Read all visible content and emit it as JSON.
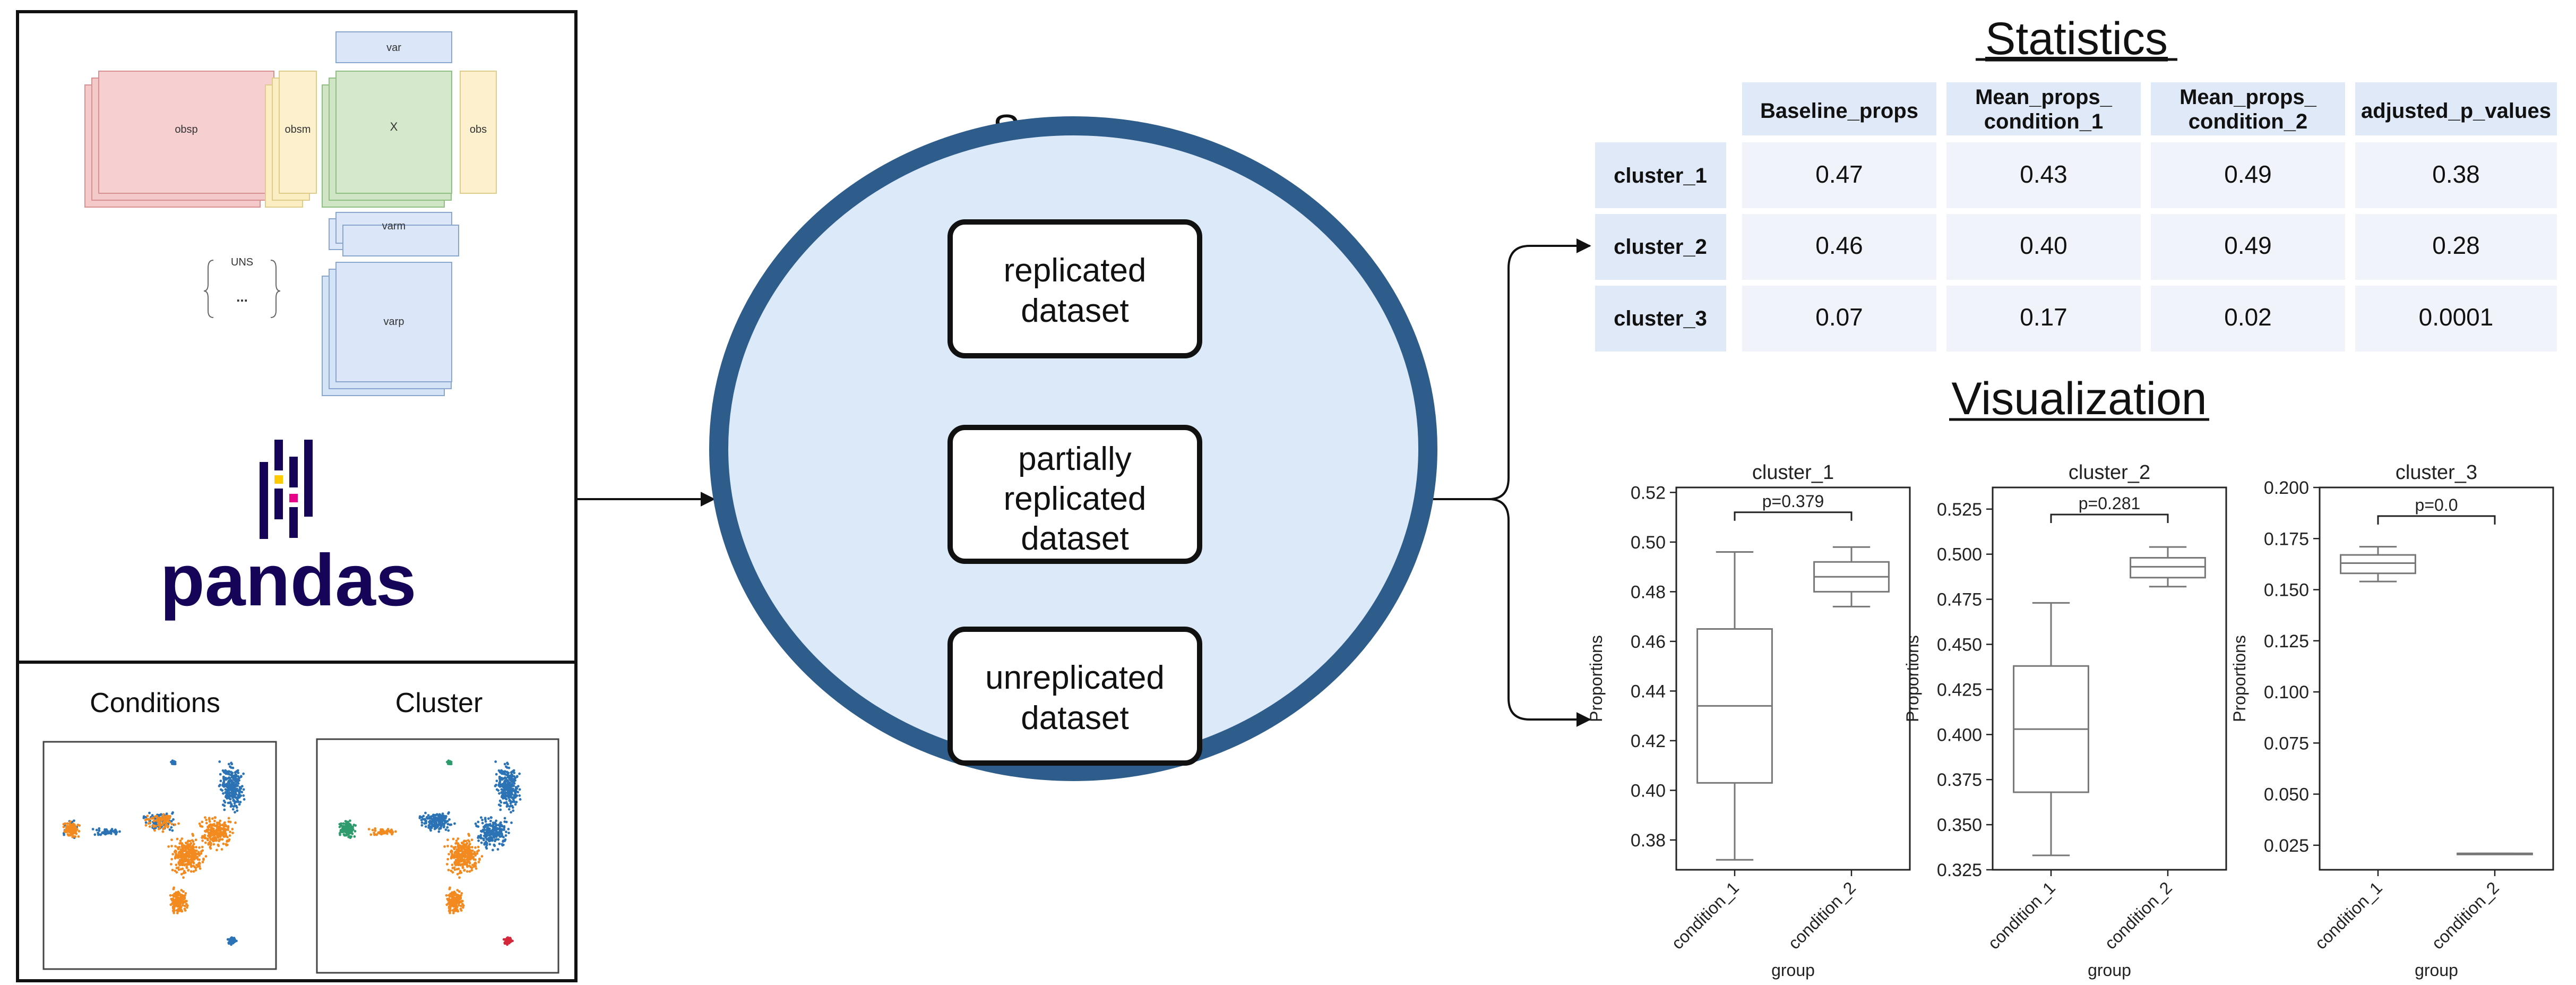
{
  "anndata": {
    "labels": {
      "var": "var",
      "obsp": "obsp",
      "obsm": "obsm",
      "x": "X",
      "obs": "obs",
      "varm": "varm",
      "varp": "varp",
      "uns": "UNS",
      "uns_dots": "..."
    }
  },
  "pandas": {
    "wordmark": "pandas"
  },
  "embeddings": {
    "left_title": "Conditions",
    "right_title": "Cluster"
  },
  "scanpro": {
    "title": "Scanpro",
    "boxes": [
      {
        "lines": [
          "replicated",
          "dataset"
        ]
      },
      {
        "lines": [
          "partially",
          "replicated",
          "dataset"
        ]
      },
      {
        "lines": [
          "unreplicated",
          "dataset"
        ]
      }
    ]
  },
  "statistics": {
    "title": "Statistics",
    "headers": [
      [
        "Baseline_props"
      ],
      [
        "Mean_props_",
        "condition_1"
      ],
      [
        "Mean_props_",
        "condition_2"
      ],
      [
        "adjusted_p_values"
      ]
    ],
    "rows": [
      {
        "label": "cluster_1",
        "values": [
          "0.47",
          "0.43",
          "0.49",
          "0.38"
        ]
      },
      {
        "label": "cluster_2",
        "values": [
          "0.46",
          "0.40",
          "0.49",
          "0.28"
        ]
      },
      {
        "label": "cluster_3",
        "values": [
          "0.07",
          "0.17",
          "0.02",
          "0.0001"
        ]
      }
    ]
  },
  "visualization": {
    "title": "Visualization"
  },
  "chart_data": [
    {
      "type": "box",
      "title": "cluster_1",
      "xlabel": "group",
      "ylabel": "Proportions",
      "categories": [
        "condition_1",
        "condition_2"
      ],
      "ylim": [
        0.368,
        0.522
      ],
      "yticks": [
        "0.38",
        "0.40",
        "0.42",
        "0.44",
        "0.46",
        "0.48",
        "0.50",
        "0.52"
      ],
      "yticks_values": [
        0.38,
        0.4,
        0.42,
        0.44,
        0.46,
        0.48,
        0.5,
        0.52
      ],
      "boxes": [
        {
          "whisker_low": 0.372,
          "q1": 0.403,
          "median": 0.434,
          "q3": 0.465,
          "whisker_high": 0.496
        },
        {
          "whisker_low": 0.474,
          "q1": 0.48,
          "median": 0.486,
          "q3": 0.492,
          "whisker_high": 0.498
        }
      ],
      "annotation": "p=0.379",
      "annotation_y": 0.512
    },
    {
      "type": "box",
      "title": "cluster_2",
      "xlabel": "group",
      "ylabel": "Proportions",
      "categories": [
        "condition_1",
        "condition_2"
      ],
      "ylim": [
        0.325,
        0.537
      ],
      "yticks": [
        "0.325",
        "0.350",
        "0.375",
        "0.400",
        "0.425",
        "0.450",
        "0.475",
        "0.500",
        "0.525"
      ],
      "yticks_values": [
        0.325,
        0.35,
        0.375,
        0.4,
        0.425,
        0.45,
        0.475,
        0.5,
        0.525
      ],
      "boxes": [
        {
          "whisker_low": 0.333,
          "q1": 0.368,
          "median": 0.403,
          "q3": 0.438,
          "whisker_high": 0.473
        },
        {
          "whisker_low": 0.482,
          "q1": 0.487,
          "median": 0.493,
          "q3": 0.498,
          "whisker_high": 0.504
        }
      ],
      "annotation": "p=0.281",
      "annotation_y": 0.522
    },
    {
      "type": "box",
      "title": "cluster_3",
      "xlabel": "group",
      "ylabel": "Proportions",
      "categories": [
        "condition_1",
        "condition_2"
      ],
      "ylim": [
        0.013,
        0.2
      ],
      "yticks": [
        "0.025",
        "0.050",
        "0.075",
        "0.100",
        "0.125",
        "0.150",
        "0.175",
        "0.200"
      ],
      "yticks_values": [
        0.025,
        0.05,
        0.075,
        0.1,
        0.125,
        0.15,
        0.175,
        0.2
      ],
      "boxes": [
        {
          "whisker_low": 0.154,
          "q1": 0.158,
          "median": 0.163,
          "q3": 0.167,
          "whisker_high": 0.171
        },
        {
          "whisker_low": 0.021,
          "q1": 0.021,
          "median": 0.021,
          "q3": 0.021,
          "whisker_high": 0.021
        }
      ],
      "annotation": "p=0.0",
      "annotation_y": 0.186
    }
  ],
  "colors": {
    "dark_blue": "#2f5d8b",
    "circle_fill": "#dbe9f8",
    "header_fill": "#dfe9f7",
    "cell_fill": "#f0f4fa",
    "orange": "#f28a20",
    "blue": "#2b73b5",
    "green": "#2e9b6c",
    "red": "#d6263b",
    "pandas_navy": "#150458"
  }
}
